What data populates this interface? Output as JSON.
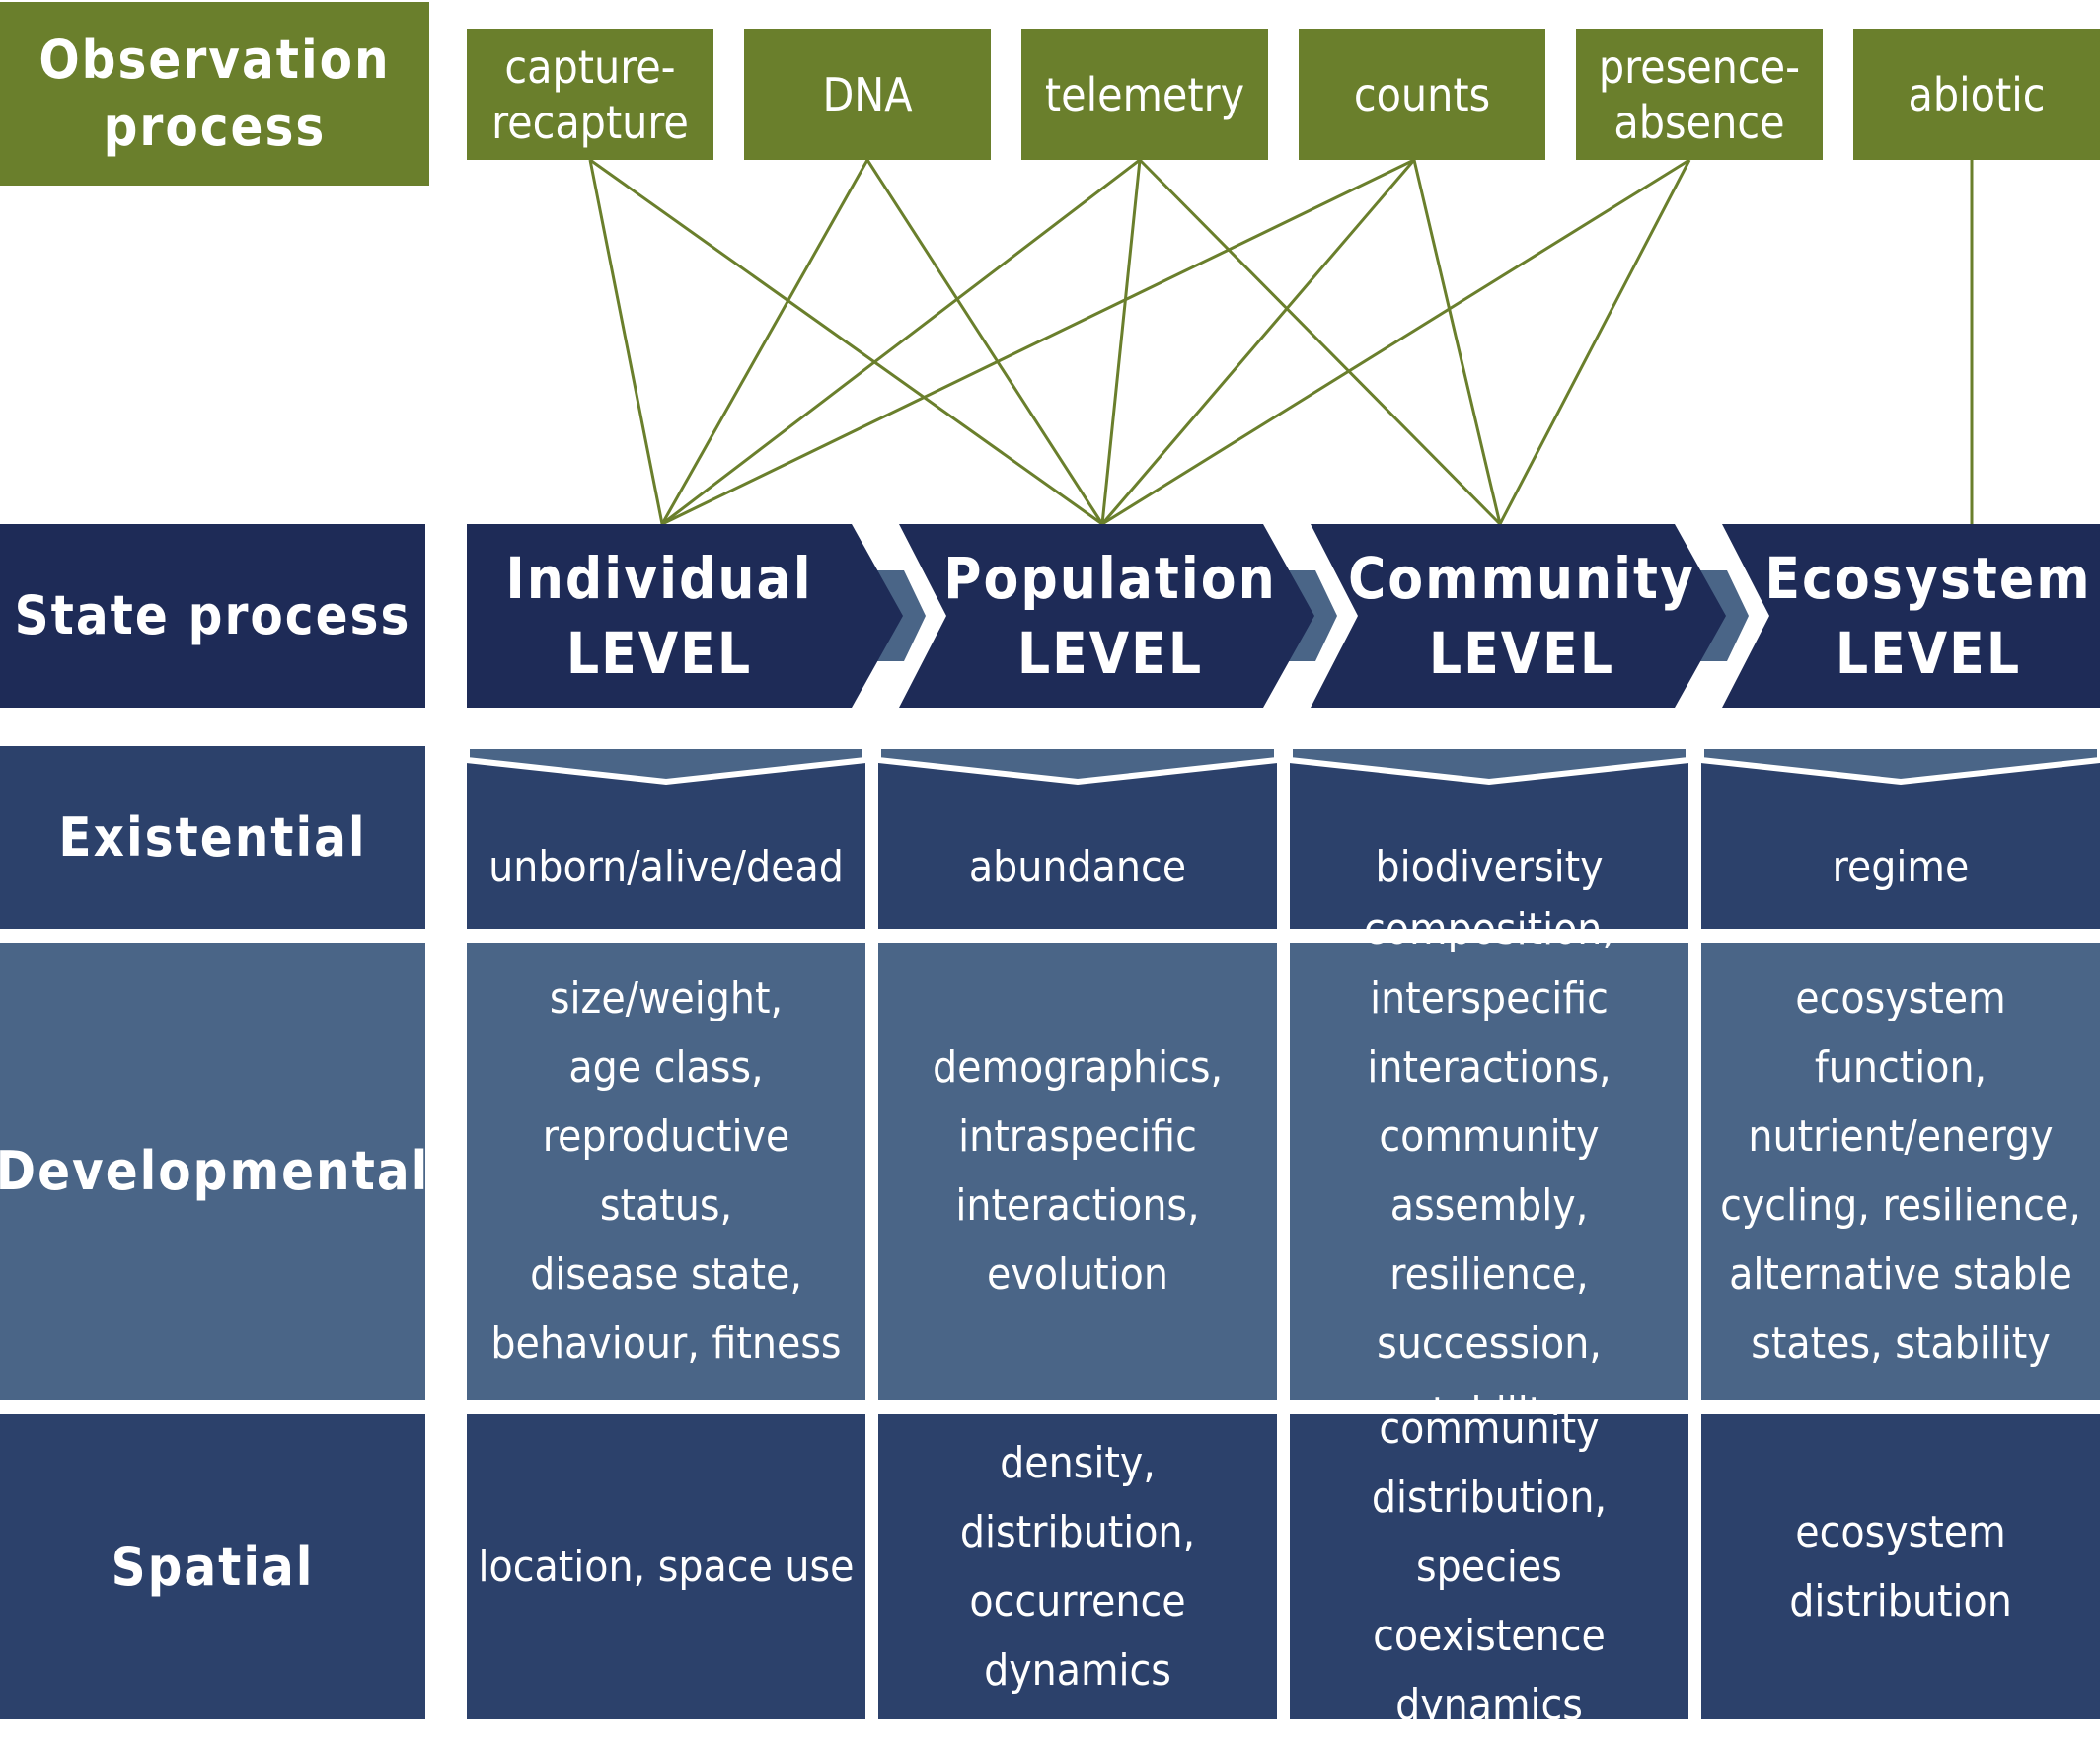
{
  "row_labels": {
    "observation": "Observation\nprocess",
    "state": "State process",
    "existential": "Existential",
    "developmental": "Developmental",
    "spatial": "Spatial"
  },
  "observation_methods": [
    "capture-\nrecapture",
    "DNA",
    "telemetry",
    "counts",
    "presence-\nabsence",
    "abiotic"
  ],
  "levels": [
    "Individual\nLEVEL",
    "Population\nLEVEL",
    "Community\nLEVEL",
    "Ecosystem\nLEVEL"
  ],
  "existential": [
    "unborn/alive/dead",
    "abundance",
    "biodiversity",
    "regime"
  ],
  "developmental": [
    "size/weight,\nage class,\nreproductive status,\ndisease state,\nbehaviour, fitness",
    "demographics,\nintraspecific\ninteractions,\nevolution",
    "composition,\ninterspecific interactions,\ncommunity assembly,\nresilience, succession,\nstability",
    "ecosystem function,\nnutrient/energy\ncycling, resilience,\nalternative stable\nstates, stability"
  ],
  "spatial": [
    "location, space use",
    "density,\ndistribution,\noccurrence\ndynamics",
    "community\ndistribution,\nspecies coexistence\ndynamics",
    "ecosystem\ndistribution"
  ],
  "links": [
    {
      "from": "capture-recapture",
      "to": "Individual"
    },
    {
      "from": "capture-recapture",
      "to": "Population"
    },
    {
      "from": "DNA",
      "to": "Individual"
    },
    {
      "from": "DNA",
      "to": "Population"
    },
    {
      "from": "telemetry",
      "to": "Individual"
    },
    {
      "from": "telemetry",
      "to": "Population"
    },
    {
      "from": "telemetry",
      "to": "Community"
    },
    {
      "from": "counts",
      "to": "Individual"
    },
    {
      "from": "counts",
      "to": "Population"
    },
    {
      "from": "counts",
      "to": "Community"
    },
    {
      "from": "presence-absence",
      "to": "Population"
    },
    {
      "from": "presence-absence",
      "to": "Community"
    },
    {
      "from": "abiotic",
      "to": "Ecosystem"
    }
  ],
  "colors": {
    "observation_green": "#6a7f2c",
    "state_navy": "#1e2b57",
    "existential_blue": "#2c416b",
    "developmental_blue": "#4a6587"
  }
}
